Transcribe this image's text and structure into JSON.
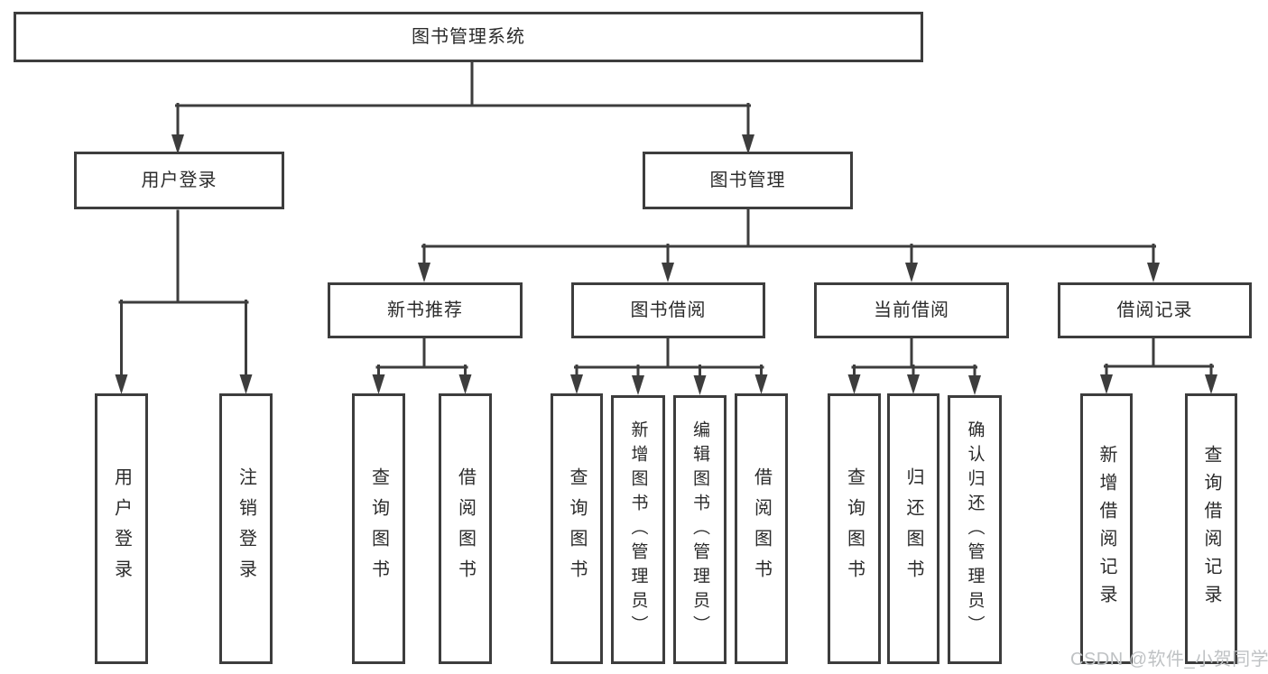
{
  "colors": {
    "background": "#ffffff",
    "line": "#3d3d3d",
    "box_border": "#3d3d3d",
    "text": "#2b2b2b",
    "watermark": "#bfc2c4"
  },
  "tree": {
    "root": {
      "label": "图书管理系统"
    },
    "branches": [
      {
        "label": "用户登录",
        "children": [
          {
            "label": "用户登录"
          },
          {
            "label": "注销登录"
          }
        ]
      },
      {
        "label": "图书管理",
        "children": [
          {
            "label": "新书推荐",
            "children": [
              {
                "label": "查询图书"
              },
              {
                "label": "借阅图书"
              }
            ]
          },
          {
            "label": "图书借阅",
            "children": [
              {
                "label": "查询图书"
              },
              {
                "label": "新增图书（管理员）"
              },
              {
                "label": "编辑图书（管理员）"
              },
              {
                "label": "借阅图书"
              }
            ]
          },
          {
            "label": "当前借阅",
            "children": [
              {
                "label": "查询图书"
              },
              {
                "label": "归还图书"
              },
              {
                "label": "确认归还（管理员）"
              }
            ]
          },
          {
            "label": "借阅记录",
            "children": [
              {
                "label": "新增借阅记录"
              },
              {
                "label": "查询借阅记录"
              }
            ]
          }
        ]
      }
    ]
  },
  "watermark": {
    "text": "CSDN @软件_小贺同学"
  }
}
